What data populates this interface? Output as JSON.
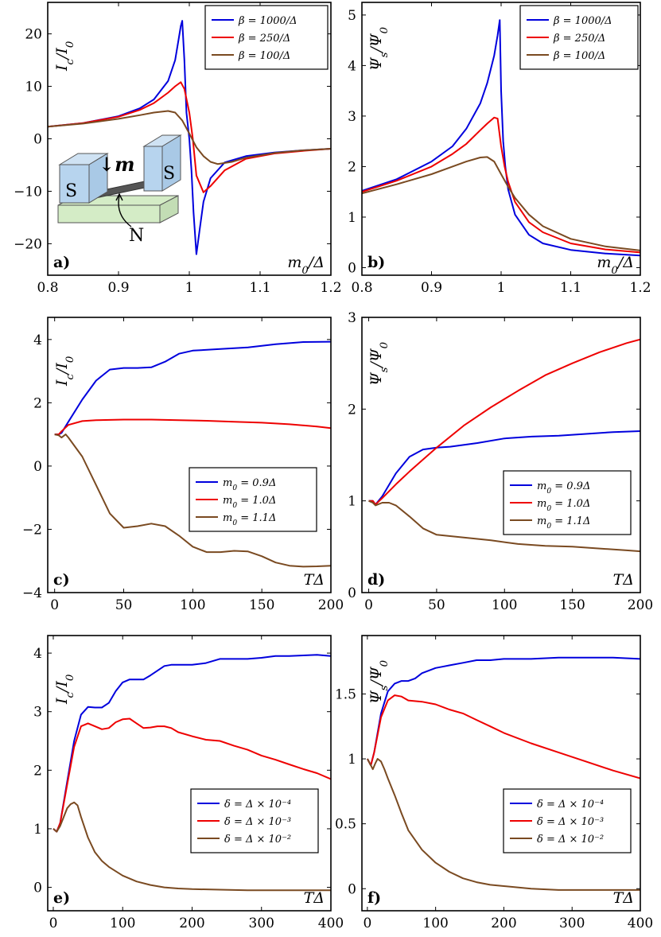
{
  "chart_data": [
    {
      "type": "line",
      "panel_label": "a)",
      "ylabel": "I_c/I_0",
      "xlabel": "m_0/Δ",
      "xlim": [
        0.8,
        1.2
      ],
      "ylim": [
        -26,
        26
      ],
      "xticks": [
        "0.8",
        "0.9",
        "1",
        "1.1",
        "1.2"
      ],
      "xtick_values": [
        0.8,
        0.9,
        1.0,
        1.1,
        1.2
      ],
      "yticks": [
        "−20",
        "−10",
        "0",
        "10",
        "20"
      ],
      "ytick_values": [
        -20,
        -10,
        0,
        10,
        20
      ],
      "legend_position": "top-right",
      "inset": {
        "left_block": "S",
        "right_block": "S",
        "arrow_label": "↓m",
        "wire_label": "N"
      },
      "series": [
        {
          "name": "β = 1000/Δ",
          "color": "#0000dd",
          "x": [
            0.8,
            0.85,
            0.9,
            0.93,
            0.95,
            0.97,
            0.98,
            0.985,
            0.988,
            0.99,
            0.993,
            0.996,
            1.0,
            1.003,
            1.006,
            1.01,
            1.015,
            1.02,
            1.03,
            1.05,
            1.08,
            1.12,
            1.16,
            1.2
          ],
          "y": [
            2.3,
            3.0,
            4.3,
            5.8,
            7.5,
            11.0,
            15.0,
            19.0,
            21.5,
            22.5,
            15.0,
            5.0,
            0.0,
            -6.0,
            -14.0,
            -22.0,
            -17.0,
            -12.0,
            -7.5,
            -4.5,
            -3.3,
            -2.6,
            -2.2,
            -1.9
          ]
        },
        {
          "name": "β = 250/Δ",
          "color": "#ee0000",
          "x": [
            0.8,
            0.85,
            0.9,
            0.93,
            0.95,
            0.97,
            0.98,
            0.988,
            0.993,
            1.0,
            1.005,
            1.01,
            1.02,
            1.03,
            1.05,
            1.08,
            1.12,
            1.16,
            1.2
          ],
          "y": [
            2.3,
            3.0,
            4.2,
            5.5,
            6.8,
            8.8,
            10.0,
            10.8,
            9.5,
            5.0,
            0.0,
            -7.0,
            -10.2,
            -9.0,
            -6.0,
            -3.8,
            -2.8,
            -2.3,
            -1.9
          ]
        },
        {
          "name": "β = 100/Δ",
          "color": "#7a4a21",
          "x": [
            0.8,
            0.85,
            0.9,
            0.93,
            0.95,
            0.97,
            0.98,
            0.99,
            1.0,
            1.01,
            1.02,
            1.03,
            1.04,
            1.06,
            1.08,
            1.12,
            1.16,
            1.2
          ],
          "y": [
            2.3,
            2.9,
            3.8,
            4.5,
            5.0,
            5.3,
            5.0,
            3.5,
            1.0,
            -1.6,
            -3.3,
            -4.4,
            -4.8,
            -4.4,
            -3.6,
            -2.7,
            -2.2,
            -1.9
          ]
        }
      ]
    },
    {
      "type": "line",
      "panel_label": "b)",
      "ylabel": "Ψ_s/Ψ_0",
      "xlabel": "m_0/Δ",
      "xlim": [
        0.8,
        1.2
      ],
      "ylim": [
        -0.15,
        5.25
      ],
      "xticks": [
        "0.8",
        "0.9",
        "1",
        "1.1",
        "1.2"
      ],
      "xtick_values": [
        0.8,
        0.9,
        1.0,
        1.1,
        1.2
      ],
      "yticks": [
        "0",
        "1",
        "2",
        "3",
        "4",
        "5"
      ],
      "ytick_values": [
        0,
        1,
        2,
        3,
        4,
        5
      ],
      "legend_position": "top-right",
      "series": [
        {
          "name": "β = 1000/Δ",
          "color": "#0000dd",
          "x": [
            0.8,
            0.85,
            0.9,
            0.93,
            0.95,
            0.97,
            0.98,
            0.99,
            0.995,
            0.998,
            1.0,
            1.003,
            1.006,
            1.01,
            1.02,
            1.04,
            1.06,
            1.1,
            1.15,
            1.2
          ],
          "y": [
            1.52,
            1.75,
            2.1,
            2.4,
            2.75,
            3.25,
            3.65,
            4.2,
            4.6,
            4.9,
            3.5,
            2.5,
            2.0,
            1.55,
            1.05,
            0.65,
            0.48,
            0.35,
            0.28,
            0.24
          ]
        },
        {
          "name": "β = 250/Δ",
          "color": "#ee0000",
          "x": [
            0.8,
            0.85,
            0.9,
            0.93,
            0.95,
            0.97,
            0.98,
            0.99,
            0.995,
            1.0,
            1.005,
            1.01,
            1.02,
            1.04,
            1.06,
            1.1,
            1.15,
            1.2
          ],
          "y": [
            1.5,
            1.72,
            2.0,
            2.25,
            2.45,
            2.72,
            2.85,
            2.97,
            2.95,
            2.4,
            2.0,
            1.7,
            1.3,
            0.9,
            0.7,
            0.48,
            0.36,
            0.3
          ]
        },
        {
          "name": "β = 100/Δ",
          "color": "#7a4a21",
          "x": [
            0.8,
            0.85,
            0.9,
            0.93,
            0.95,
            0.97,
            0.98,
            0.99,
            1.0,
            1.01,
            1.02,
            1.04,
            1.06,
            1.1,
            1.15,
            1.2
          ],
          "y": [
            1.47,
            1.65,
            1.85,
            2.0,
            2.1,
            2.18,
            2.19,
            2.1,
            1.85,
            1.6,
            1.38,
            1.05,
            0.82,
            0.57,
            0.42,
            0.34
          ]
        }
      ]
    },
    {
      "type": "line",
      "panel_label": "c)",
      "ylabel": "I_c/I_0",
      "xlabel": "TΔ",
      "xlim": [
        -5,
        200
      ],
      "ylim": [
        -4,
        4.7
      ],
      "xticks": [
        "0",
        "50",
        "100",
        "150",
        "200"
      ],
      "xtick_values": [
        0,
        50,
        100,
        150,
        200
      ],
      "yticks": [
        "−4",
        "−2",
        "0",
        "2",
        "4"
      ],
      "ytick_values": [
        -4,
        -2,
        0,
        2,
        4
      ],
      "legend_position": "center-right",
      "series": [
        {
          "name": "m_0 = 0.9Δ",
          "color": "#0000dd",
          "x": [
            0,
            3,
            5,
            10,
            20,
            30,
            40,
            50,
            60,
            70,
            80,
            90,
            100,
            120,
            140,
            160,
            180,
            200
          ],
          "y": [
            1.0,
            1.0,
            1.05,
            1.4,
            2.1,
            2.7,
            3.05,
            3.1,
            3.1,
            3.12,
            3.3,
            3.55,
            3.65,
            3.7,
            3.75,
            3.85,
            3.92,
            3.93
          ]
        },
        {
          "name": "m_0 = 1.0Δ",
          "color": "#ee0000",
          "x": [
            0,
            3,
            5,
            10,
            20,
            30,
            50,
            70,
            90,
            110,
            130,
            150,
            170,
            190,
            200
          ],
          "y": [
            1.0,
            1.0,
            1.1,
            1.3,
            1.42,
            1.45,
            1.47,
            1.47,
            1.45,
            1.43,
            1.4,
            1.37,
            1.32,
            1.25,
            1.2
          ]
        },
        {
          "name": "m_0 = 1.1Δ",
          "color": "#7a4a21",
          "x": [
            0,
            3,
            5,
            8,
            10,
            20,
            30,
            40,
            50,
            60,
            70,
            80,
            90,
            100,
            110,
            120,
            130,
            140,
            150,
            160,
            170,
            180,
            190,
            200
          ],
          "y": [
            1.0,
            0.97,
            0.9,
            1.0,
            0.9,
            0.3,
            -0.6,
            -1.5,
            -1.95,
            -1.9,
            -1.82,
            -1.9,
            -2.2,
            -2.55,
            -2.72,
            -2.72,
            -2.68,
            -2.7,
            -2.85,
            -3.05,
            -3.15,
            -3.18,
            -3.17,
            -3.15
          ]
        }
      ]
    },
    {
      "type": "line",
      "panel_label": "d)",
      "ylabel": "Ψ_s/Ψ_0",
      "xlabel": "TΔ",
      "xlim": [
        -5,
        200
      ],
      "ylim": [
        0,
        3
      ],
      "xticks": [
        "0",
        "50",
        "100",
        "150",
        "200"
      ],
      "xtick_values": [
        0,
        50,
        100,
        150,
        200
      ],
      "yticks": [
        "0",
        "1",
        "2",
        "3"
      ],
      "ytick_values": [
        0,
        1,
        2,
        3
      ],
      "legend_position": "center-right",
      "series": [
        {
          "name": "m_0 = 0.9Δ",
          "color": "#0000dd",
          "x": [
            0,
            3,
            5,
            10,
            20,
            30,
            40,
            50,
            60,
            80,
            100,
            120,
            140,
            160,
            180,
            200
          ],
          "y": [
            1.0,
            1.0,
            0.96,
            1.05,
            1.3,
            1.48,
            1.56,
            1.58,
            1.59,
            1.63,
            1.68,
            1.7,
            1.71,
            1.73,
            1.75,
            1.76
          ]
        },
        {
          "name": "m_0 = 1.0Δ",
          "color": "#ee0000",
          "x": [
            0,
            3,
            5,
            10,
            20,
            30,
            40,
            50,
            70,
            90,
            110,
            130,
            150,
            170,
            190,
            200
          ],
          "y": [
            1.0,
            1.0,
            0.96,
            1.03,
            1.18,
            1.32,
            1.45,
            1.58,
            1.82,
            2.02,
            2.2,
            2.37,
            2.5,
            2.62,
            2.72,
            2.76
          ]
        },
        {
          "name": "m_0 = 1.1Δ",
          "color": "#7a4a21",
          "x": [
            0,
            3,
            5,
            10,
            15,
            20,
            30,
            40,
            50,
            70,
            90,
            110,
            130,
            150,
            170,
            190,
            200
          ],
          "y": [
            1.0,
            0.98,
            0.95,
            0.98,
            0.98,
            0.95,
            0.83,
            0.7,
            0.63,
            0.6,
            0.57,
            0.53,
            0.51,
            0.5,
            0.48,
            0.46,
            0.45
          ]
        }
      ]
    },
    {
      "type": "line",
      "panel_label": "e)",
      "ylabel": "I_c/I_0",
      "xlabel": "TΔ",
      "xlim": [
        -8,
        400
      ],
      "ylim": [
        -0.4,
        4.3
      ],
      "xticks": [
        "0",
        "100",
        "200",
        "300",
        "400"
      ],
      "xtick_values": [
        0,
        100,
        200,
        300,
        400
      ],
      "yticks": [
        "0",
        "1",
        "2",
        "3",
        "4"
      ],
      "ytick_values": [
        0,
        1,
        2,
        3,
        4
      ],
      "legend_position": "center-right",
      "series": [
        {
          "name": "δ = Δ × 10⁻⁴",
          "color": "#0000dd",
          "x": [
            0,
            5,
            10,
            20,
            30,
            40,
            50,
            60,
            70,
            80,
            90,
            100,
            110,
            120,
            130,
            140,
            150,
            160,
            170,
            180,
            200,
            220,
            240,
            260,
            280,
            300,
            320,
            340,
            360,
            380,
            400
          ],
          "y": [
            1.0,
            0.95,
            1.1,
            1.8,
            2.5,
            2.95,
            3.08,
            3.07,
            3.07,
            3.15,
            3.35,
            3.5,
            3.55,
            3.55,
            3.55,
            3.62,
            3.7,
            3.78,
            3.8,
            3.8,
            3.8,
            3.83,
            3.9,
            3.9,
            3.9,
            3.92,
            3.95,
            3.95,
            3.96,
            3.97,
            3.95
          ]
        },
        {
          "name": "δ = Δ × 10⁻³",
          "color": "#ee0000",
          "x": [
            0,
            5,
            10,
            20,
            30,
            40,
            50,
            60,
            70,
            80,
            90,
            100,
            110,
            120,
            130,
            140,
            150,
            160,
            170,
            180,
            200,
            220,
            240,
            260,
            280,
            300,
            320,
            340,
            360,
            380,
            400
          ],
          "y": [
            1.0,
            0.95,
            1.1,
            1.75,
            2.4,
            2.75,
            2.8,
            2.75,
            2.7,
            2.72,
            2.82,
            2.87,
            2.88,
            2.8,
            2.72,
            2.73,
            2.75,
            2.75,
            2.72,
            2.65,
            2.58,
            2.52,
            2.5,
            2.42,
            2.35,
            2.25,
            2.18,
            2.1,
            2.02,
            1.95,
            1.85
          ]
        },
        {
          "name": "δ = Δ × 10⁻²",
          "color": "#7a4a21",
          "x": [
            0,
            5,
            10,
            20,
            25,
            30,
            35,
            40,
            50,
            60,
            70,
            80,
            100,
            120,
            140,
            160,
            180,
            200,
            240,
            280,
            320,
            360,
            400
          ],
          "y": [
            1.0,
            0.95,
            1.05,
            1.35,
            1.42,
            1.45,
            1.4,
            1.2,
            0.85,
            0.6,
            0.45,
            0.35,
            0.2,
            0.1,
            0.04,
            0.0,
            -0.02,
            -0.03,
            -0.04,
            -0.05,
            -0.05,
            -0.05,
            -0.05
          ]
        }
      ]
    },
    {
      "type": "line",
      "panel_label": "f)",
      "ylabel": "Ψ_s/Ψ_0",
      "xlabel": "TΔ",
      "xlim": [
        -8,
        400
      ],
      "ylim": [
        -0.17,
        1.95
      ],
      "xticks": [
        "0",
        "100",
        "200",
        "300",
        "400"
      ],
      "xtick_values": [
        0,
        100,
        200,
        300,
        400
      ],
      "yticks": [
        "0",
        "0.5",
        "1",
        "1.5"
      ],
      "ytick_values": [
        0,
        0.5,
        1,
        1.5
      ],
      "legend_position": "center-right",
      "series": [
        {
          "name": "δ = Δ × 10⁻⁴",
          "color": "#0000dd",
          "x": [
            0,
            5,
            10,
            20,
            30,
            40,
            50,
            60,
            70,
            80,
            90,
            100,
            110,
            120,
            140,
            160,
            180,
            200,
            240,
            280,
            320,
            360,
            400
          ],
          "y": [
            1.0,
            0.95,
            1.05,
            1.35,
            1.52,
            1.58,
            1.6,
            1.6,
            1.62,
            1.66,
            1.68,
            1.7,
            1.71,
            1.72,
            1.74,
            1.76,
            1.76,
            1.77,
            1.77,
            1.78,
            1.78,
            1.78,
            1.77
          ]
        },
        {
          "name": "δ = Δ × 10⁻³",
          "color": "#ee0000",
          "x": [
            0,
            5,
            10,
            20,
            30,
            40,
            50,
            60,
            80,
            100,
            120,
            140,
            160,
            180,
            200,
            240,
            280,
            320,
            360,
            400
          ],
          "y": [
            1.0,
            0.95,
            1.05,
            1.32,
            1.45,
            1.49,
            1.48,
            1.45,
            1.44,
            1.42,
            1.38,
            1.35,
            1.3,
            1.25,
            1.2,
            1.12,
            1.05,
            0.98,
            0.91,
            0.85
          ]
        },
        {
          "name": "δ = Δ × 10⁻²",
          "color": "#7a4a21",
          "x": [
            0,
            5,
            8,
            12,
            15,
            20,
            25,
            30,
            40,
            50,
            60,
            80,
            100,
            120,
            140,
            160,
            180,
            200,
            240,
            280,
            320,
            360,
            400
          ],
          "y": [
            1.0,
            0.95,
            0.92,
            0.97,
            1.0,
            0.98,
            0.92,
            0.85,
            0.72,
            0.58,
            0.45,
            0.3,
            0.2,
            0.13,
            0.08,
            0.05,
            0.03,
            0.02,
            0.0,
            -0.01,
            -0.01,
            -0.01,
            -0.01
          ]
        }
      ]
    }
  ]
}
